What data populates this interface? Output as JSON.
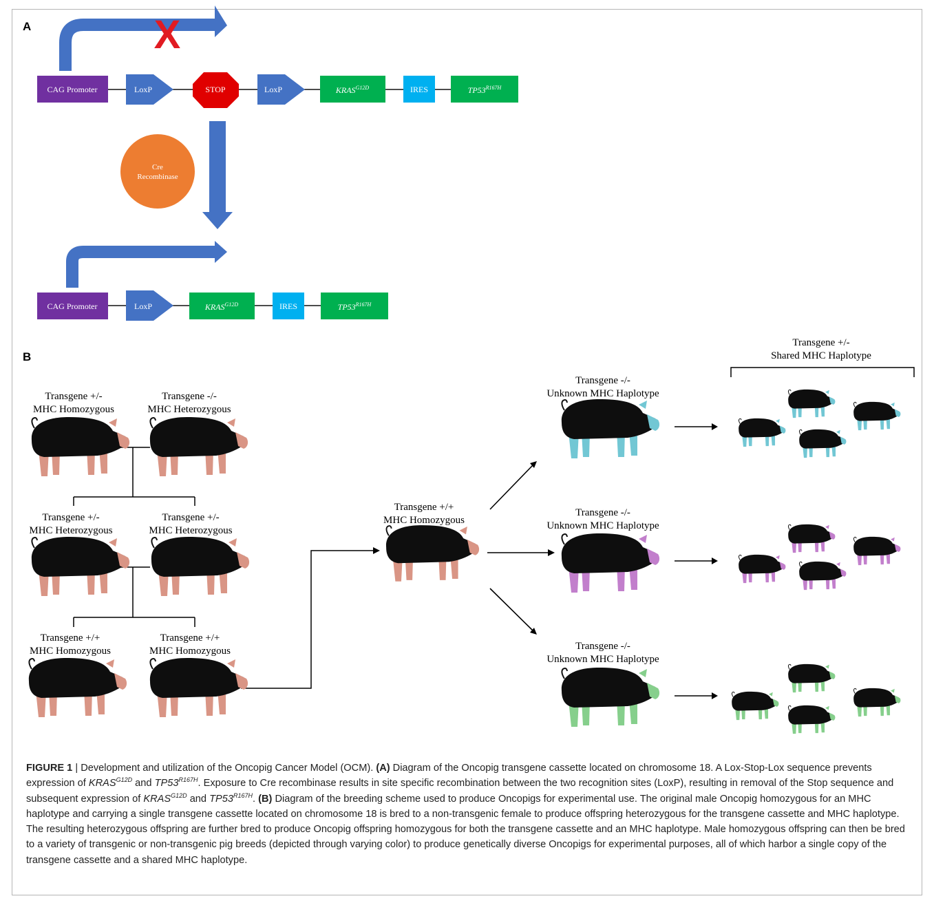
{
  "panel_a": {
    "label": "A",
    "blocked_mark": "X",
    "row1": {
      "promoter": "CAG Promoter",
      "loxp1": "LoxP",
      "stop": "STOP",
      "loxp2": "LoxP",
      "kras_base": "KRAS",
      "kras_sup": "G12D",
      "ires": "IRES",
      "tp53_base": "TP53",
      "tp53_sup": "R167H"
    },
    "cre": [
      "Cre",
      "Recombinase"
    ],
    "row2": {
      "promoter": "CAG Promoter",
      "loxp": "LoxP",
      "kras_base": "KRAS",
      "kras_sup": "G12D",
      "ires": "IRES",
      "tp53_base": "TP53",
      "tp53_sup": "R167H"
    }
  },
  "panel_b": {
    "label": "B",
    "gen1_left": [
      "Transgene +/-",
      "MHC Homozygous"
    ],
    "gen1_right": [
      "Transgene -/-",
      "MHC Heterozygous"
    ],
    "gen2_left": [
      "Transgene +/-",
      "MHC Heterozygous"
    ],
    "gen2_right": [
      "Transgene +/-",
      "MHC Heterozygous"
    ],
    "gen3_left": [
      "Transgene +/+",
      "MHC Homozygous"
    ],
    "gen3_right": [
      "Transgene +/+",
      "MHC Homozygous"
    ],
    "center": [
      "Transgene +/+",
      "MHC Homozygous"
    ],
    "branch_top": [
      "Transgene -/-",
      "Unknown MHC Haplotype"
    ],
    "branch_mid": [
      "Transgene -/-",
      "Unknown MHC Haplotype"
    ],
    "branch_bot": [
      "Transgene -/-",
      "Unknown MHC Haplotype"
    ],
    "offspring_header": [
      "Transgene +/-",
      "Shared MHC Haplotype"
    ],
    "colors": {
      "base": "#d99585",
      "blue": "#72c7d4",
      "purple": "#c27fcc",
      "green": "#86cf8c"
    }
  },
  "caption": {
    "fig_label": "FIGURE 1",
    "sep": " | ",
    "title": "Development and utilization of the Oncopig Cancer Model (OCM). ",
    "a_label": "(A)",
    "a_text1": " Diagram of the Oncopig transgene cassette located on chromosome 18. A Lox-Stop-Lox sequence prevents expression of ",
    "kras": "KRAS",
    "kras_sup": "G12D",
    "and": " and ",
    "tp53": "TP53",
    "tp53_sup": "R167H",
    "a_text2": ". Exposure to Cre recombinase results in site specific recombination between the two recognition sites (LoxP), resulting in removal of the Stop sequence and subsequent expression of ",
    "and2": " and ",
    "period": ". ",
    "b_label": "(B)",
    "b_text": " Diagram of the breeding scheme used to produce Oncopigs for experimental use. The original male Oncopig homozygous for an MHC haplotype and carrying a single transgene cassette located on chromosome 18 is bred to a non-transgenic female to produce offspring heterozygous for the transgene cassette and MHC haplotype. The resulting heterozygous offspring are further bred to produce Oncopig offspring homozygous for both the transgene cassette and an MHC haplotype. Male homozygous offspring can then be bred to a variety of transgenic or non-transgenic pig breeds (depicted through varying color) to produce genetically diverse Oncopigs for experimental purposes, all of which harbor a single copy of the transgene cassette and a shared MHC haplotype."
  }
}
